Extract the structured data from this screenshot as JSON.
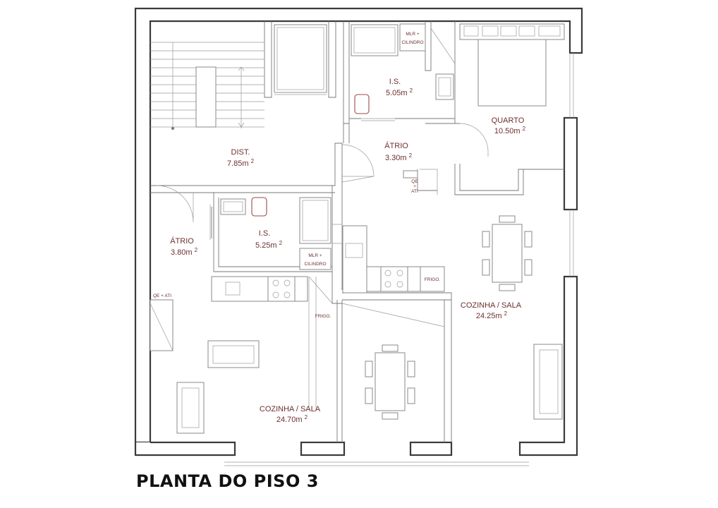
{
  "title": "PLANTA DO PISO 3",
  "rooms": {
    "dist": {
      "name": "DIST.",
      "area": "7.85m",
      "unit_sup": "2"
    },
    "is_top": {
      "name": "I.S.",
      "area": "5.05m",
      "unit_sup": "2"
    },
    "quarto": {
      "name": "QUARTO",
      "area": "10.50m",
      "unit_sup": "2"
    },
    "atrio_top": {
      "name": "ÁTRIO",
      "area": "3.30m",
      "unit_sup": "2"
    },
    "atrio_left": {
      "name": "ÁTRIO",
      "area": "3.80m",
      "unit_sup": "2"
    },
    "is_mid": {
      "name": "I.S.",
      "area": "5.25m",
      "unit_sup": "2"
    },
    "cozinha_right": {
      "name": "COZINHA / SALA",
      "area": "24.25m",
      "unit_sup": "2"
    },
    "cozinha_left": {
      "name": "COZINHA / SALA",
      "area": "24.70m",
      "unit_sup": "2"
    }
  },
  "fixtures": {
    "mlr_top_1": "MLR +",
    "mlr_top_2": "CILINDRO",
    "mlr_mid_1": "MLR +",
    "mlr_mid_2": "CILINDRO",
    "qe_ati_small_1": "QE",
    "qe_ati_small_2": "+",
    "qe_ati_small_3": "ATI",
    "qe_ati_left": "QE + ATI",
    "frigo_right": "FRIGO.",
    "frigo_left": "FRIGO."
  }
}
